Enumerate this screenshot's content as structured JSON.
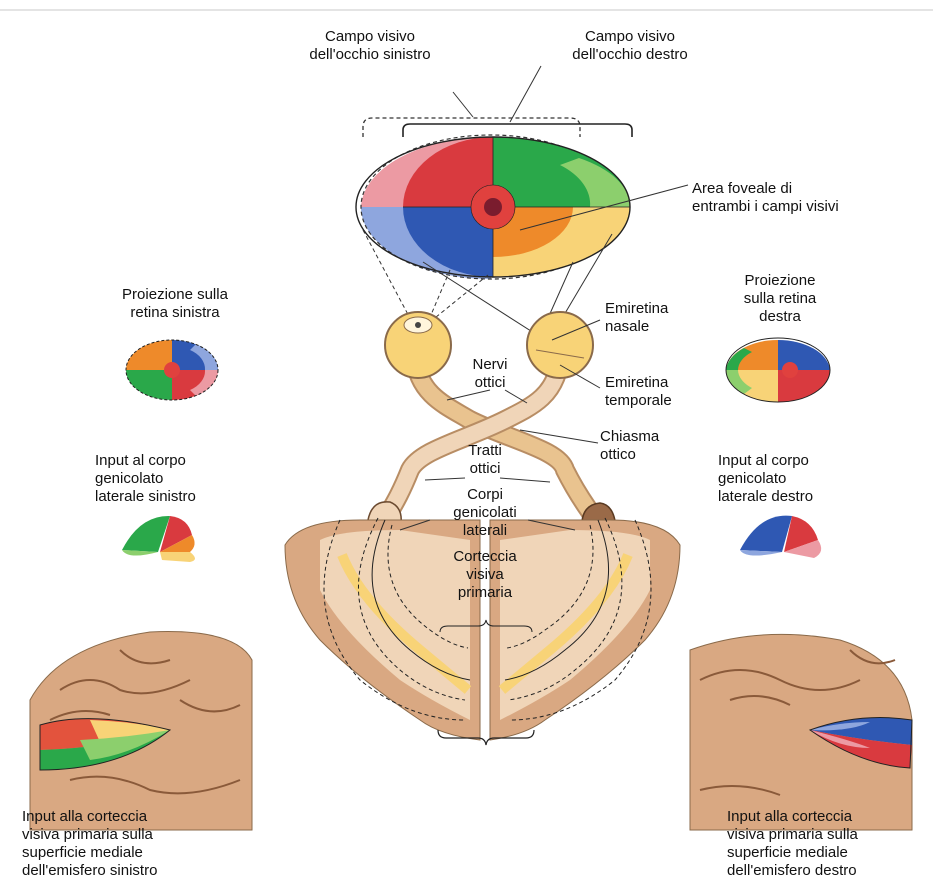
{
  "labels": {
    "left_field": "Campo visivo\ndell'occhio sinistro",
    "right_field": "Campo visivo\ndell'occhio destro",
    "foveal_area": "Area foveale di\nentrambi i campi visivi",
    "left_retina_projection": "Proiezione sulla\nretina sinistra",
    "right_retina_projection": "Proiezione\nsulla retina\ndestra",
    "nasal_hemiretina": "Emiretina\nnasale",
    "optic_nerves": "Nervi\nottici",
    "temporal_hemiretina": "Emiretina\ntemporale",
    "optic_chiasm": "Chiasma\nottico",
    "optic_tracts": "Tratti\nottici",
    "lateral_geniculate_bodies": "Corpi\ngenicolati\nlaterali",
    "left_lgn_input": "Input al corpo\ngenicolato\nlaterale sinistro",
    "right_lgn_input": "Input al corpo\ngenicolato\nlaterale destro",
    "primary_visual_cortex": "Corteccia\nvisiva\nprimaria",
    "left_cortex_input": "Input alla corteccia\nvisiva primaria sulla\nsuperficie mediale\ndell'emisfero sinistro",
    "right_cortex_input": "Input alla corteccia\nvisiva primaria sulla\nsuperficie mediale\ndell'emisfero destro"
  },
  "colors": {
    "red": "#d93a3f",
    "green": "#2aa84a",
    "blue": "#2f58b3",
    "orange": "#ee8a2a",
    "yellow": "#f8d377",
    "pink": "#ec9aa3",
    "light_green": "#8ccf6d",
    "light_blue": "#8ea6de",
    "brain": "#d9a882",
    "brain_light": "#f0d5b8",
    "tract": "#e9c38f"
  }
}
